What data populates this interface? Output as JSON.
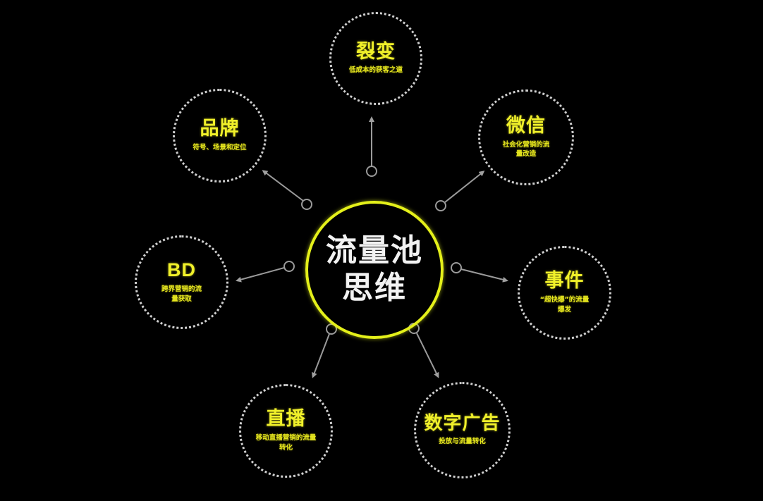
{
  "center": {
    "line1": "流量池",
    "line2": "思维",
    "ring_color": "#e4f01a"
  },
  "nodes": [
    {
      "id": "fission",
      "title": "裂变",
      "subtitle": "低成本的获客之道"
    },
    {
      "id": "brand",
      "title": "品牌",
      "subtitle": "符号、场景和定位"
    },
    {
      "id": "wechat",
      "title": "微信",
      "subtitle": "社会化营销的流量改造"
    },
    {
      "id": "bd",
      "title": "BD",
      "subtitle": "跨界营销的流量获取"
    },
    {
      "id": "event",
      "title": "事件",
      "subtitle": "“超快爆”的流量爆发"
    },
    {
      "id": "live",
      "title": "直播",
      "subtitle": "移动直播营销的流量转化"
    },
    {
      "id": "digital-ads",
      "title": "数字广告",
      "subtitle": "投放与流量转化"
    }
  ],
  "colors": {
    "background": "#000000",
    "title_text": "#f0f02a",
    "center_text": "#f2f2f2",
    "dotted_border": "#cfcfcf",
    "connector": "#9a9a9a"
  }
}
